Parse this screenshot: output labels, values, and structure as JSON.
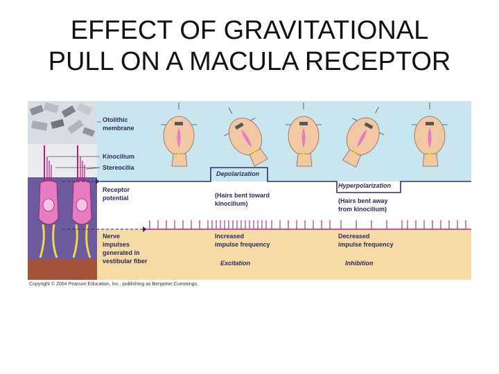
{
  "title": {
    "line1": "EFFECT OF GRAVITATIONAL",
    "line2": "PULL ON A MACULA RECEPTOR"
  },
  "labels": {
    "otolithic_1": "Otolithic",
    "otolithic_2": "membrane",
    "kinocilium": "Kinocilium",
    "stereocilia": "Stereocilia",
    "receptor_1": "Receptor",
    "receptor_2": "potential",
    "nerve_1": "Nerve",
    "nerve_2": "impulses",
    "nerve_3": "generated in",
    "nerve_4": "vestibular fiber"
  },
  "depolarization": {
    "label": "Depolarization",
    "note_1": "(Hairs bent toward",
    "note_2": "kinocilium)",
    "freq_1": "Increased",
    "freq_2": "impulse frequency",
    "result": "Excitation"
  },
  "hyperpolarization": {
    "label": "Hyperpolarization",
    "note_1": "(Hairs bent away",
    "note_2": "from kinocilium)",
    "freq_1": "Decreased",
    "freq_2": "impulse frequency",
    "result": "Inhibition"
  },
  "copyright": "Copyright © 2004 Pearson Education, Inc., publishing as Benjamin Cummings.",
  "colors": {
    "sky": "#c9e6ef",
    "sand": "#f7dba6",
    "purple_cells": "#6b5a9c",
    "hair_cell": "#e77cc3",
    "nerve": "#f2d64b",
    "trace": "#2f2f6e",
    "spike": "#b0307f",
    "skin": "#f2c7a4"
  }
}
